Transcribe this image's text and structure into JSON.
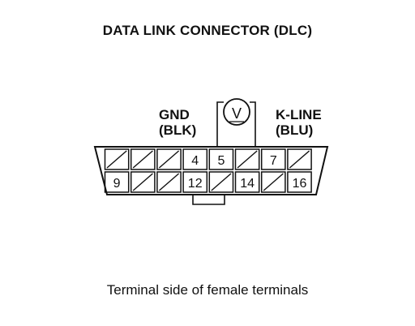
{
  "title": "DATA LINK CONNECTOR (DLC)",
  "caption": "Terminal side of female terminals",
  "labels": {
    "gnd": "GND",
    "gnd_color": "(BLK)",
    "kline": "K-LINE",
    "kline_color": "(BLU)"
  },
  "meter": {
    "symbol": "V"
  },
  "connector": {
    "top_row_pins": [
      "",
      "",
      "",
      "4",
      "5",
      "",
      "7",
      ""
    ],
    "bottom_row_pins": [
      "9",
      "",
      "",
      "12",
      "",
      "14",
      "",
      "16"
    ]
  }
}
